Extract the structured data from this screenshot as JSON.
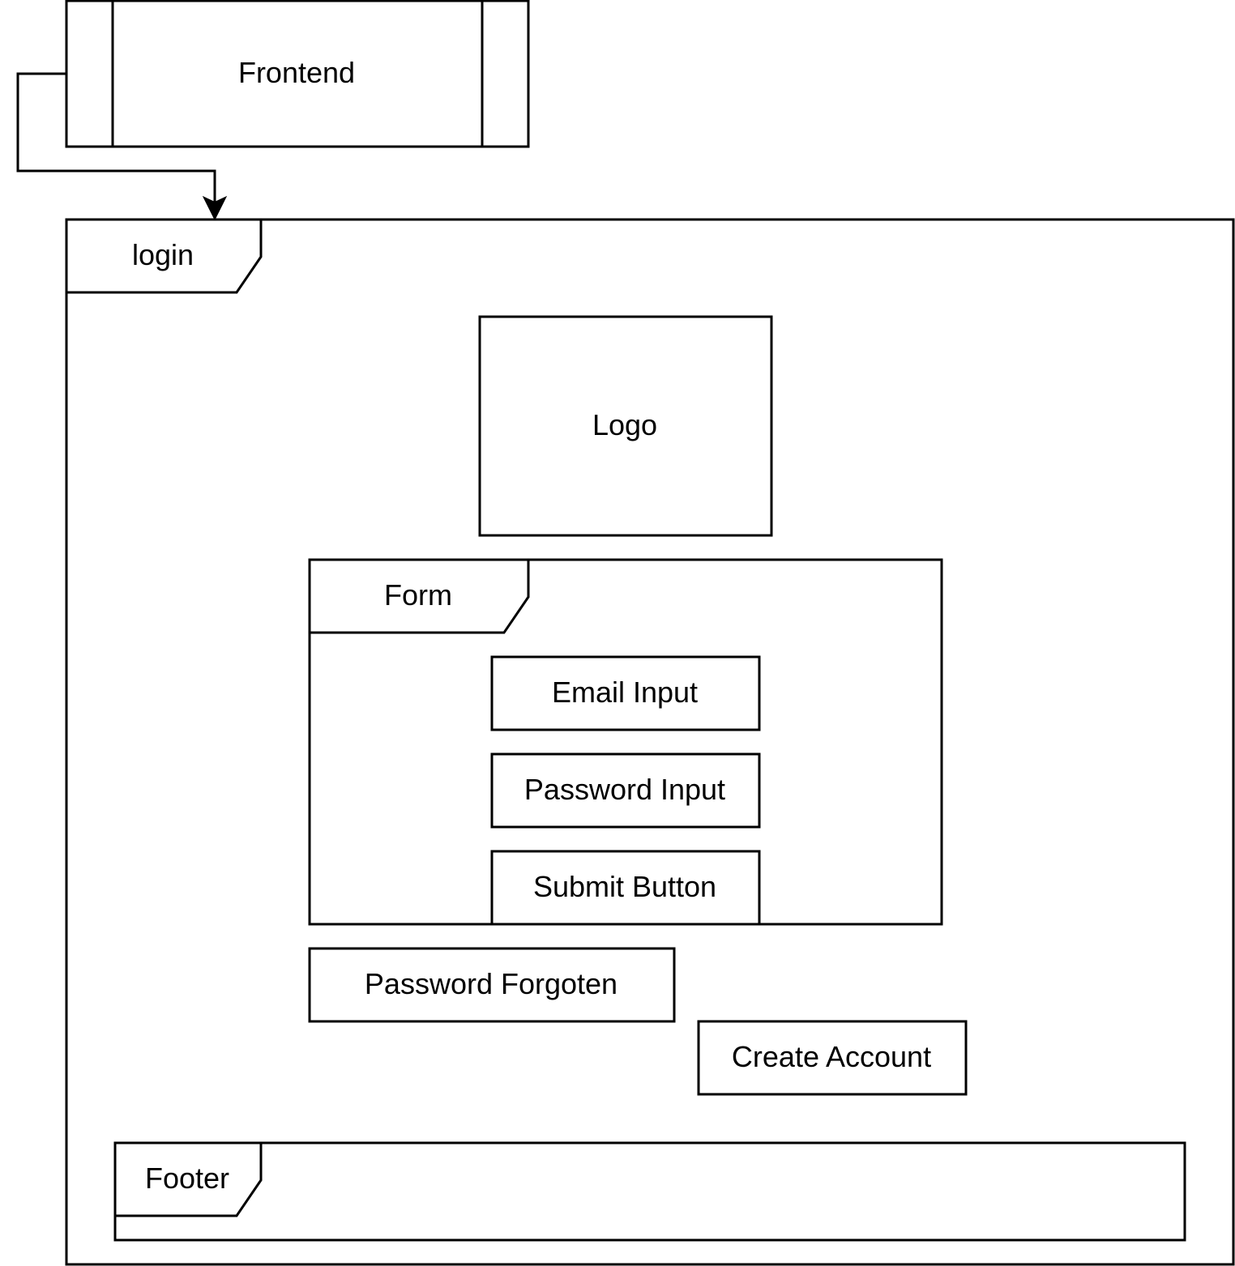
{
  "diagram": {
    "frontend_process": {
      "label": "Frontend"
    },
    "login_frame": {
      "label": "login"
    },
    "logo_box": {
      "label": "Logo"
    },
    "form_frame": {
      "label": "Form",
      "fields": {
        "email": "Email Input",
        "password": "Password Input",
        "submit": "Submit Button"
      }
    },
    "password_forgotten": {
      "label": "Password Forgoten"
    },
    "create_account": {
      "label": "Create Account"
    },
    "footer_frame": {
      "label": "Footer"
    },
    "connector": {
      "from": "Frontend",
      "to": "login"
    },
    "colors": {
      "stroke": "#000000",
      "fill": "#ffffff",
      "background": "#ffffff"
    }
  }
}
